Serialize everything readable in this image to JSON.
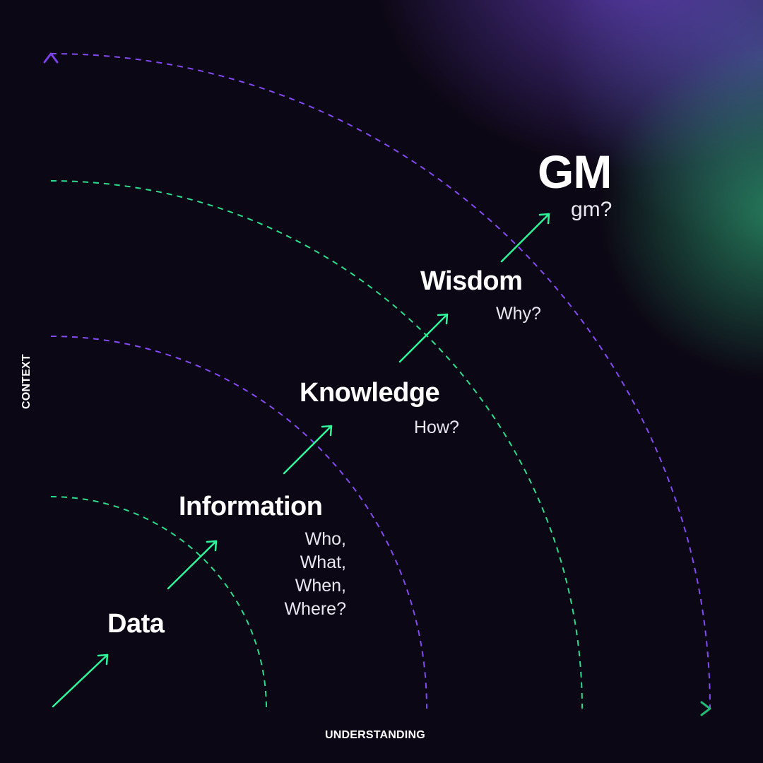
{
  "colors": {
    "background": "#0c0714",
    "purple": "#8a4dff",
    "green": "#2ef59a",
    "text": "#ffffff"
  },
  "axes": {
    "x_label": "UNDERSTANDING",
    "y_label": "CONTEXT"
  },
  "stages": [
    {
      "id": "data",
      "title": "Data",
      "question": ""
    },
    {
      "id": "information",
      "title": "Information",
      "question": "Who,\nWhat,\nWhen,\nWhere?"
    },
    {
      "id": "knowledge",
      "title": "Knowledge",
      "question": "How?"
    },
    {
      "id": "wisdom",
      "title": "Wisdom",
      "question": "Why?"
    },
    {
      "id": "gm",
      "title": "GM",
      "question": "gm?"
    }
  ]
}
